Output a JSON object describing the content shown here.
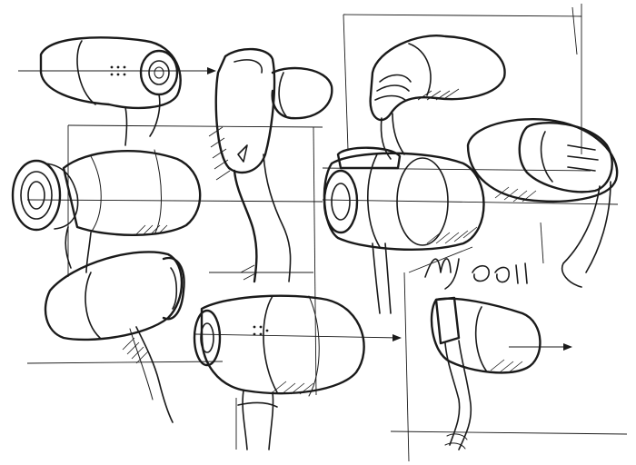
{
  "sketch": {
    "signature": "MJ 2011",
    "ink_color": "#1a1a1a",
    "paper_color": "#ffffff",
    "views": [
      "earbud-top-left",
      "earbud-front-left",
      "earbud-lower-left",
      "earbud-side-center",
      "earbud-bottom-center",
      "earbud-top-right-small",
      "earbud-center-right",
      "earbud-far-right",
      "earbud-bottom-right"
    ]
  }
}
